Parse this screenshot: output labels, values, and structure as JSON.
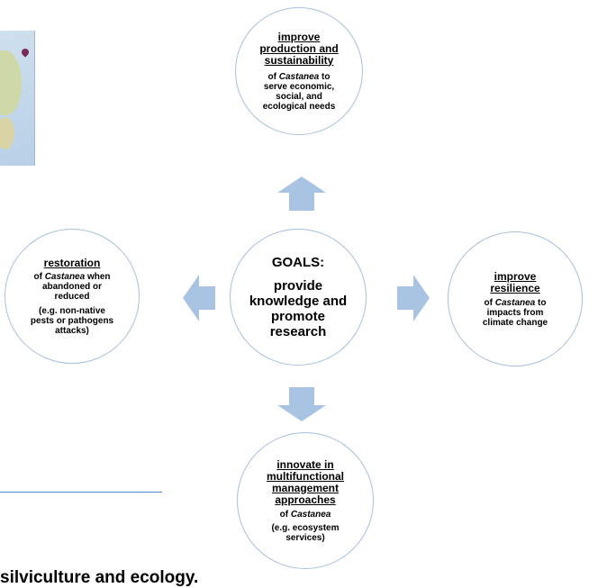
{
  "colors": {
    "circle_border": "#a9bfdc",
    "arrow": "#a9c3e3",
    "rule": "#4a8ad0"
  },
  "center": {
    "l1": "GOALS:",
    "l2": "provide",
    "l3": "knowledge and",
    "l4": "promote",
    "l5": "research"
  },
  "top": {
    "h1": "improve",
    "h2": "production and",
    "h3": "sustainability",
    "of": "of ",
    "castanea": "Castanea",
    "after": " to",
    "l2": "serve economic,",
    "l3": "social, and",
    "l4": "ecological needs"
  },
  "left": {
    "h": "restoration",
    "of": "of ",
    "castanea": "Castanea",
    "after": " when",
    "l2": "abandoned or",
    "l3": "reduced",
    "e1": "(e.g. non-native",
    "e2": "pests or pathogens",
    "e3": "attacks)"
  },
  "right": {
    "h1": "improve",
    "h2": "resilience",
    "of": "of ",
    "castanea": "Castanea",
    "after": " to",
    "l2": "impacts from",
    "l3": "climate change"
  },
  "bottom": {
    "h1": "innovate in",
    "h2": "multifunctional",
    "h3": "management",
    "h4": "approaches",
    "of": "of ",
    "castanea": "Castanea",
    "e1": "(e.g. ecosystem",
    "e2": "services)"
  },
  "page_fragment": "silviculture and ecology."
}
